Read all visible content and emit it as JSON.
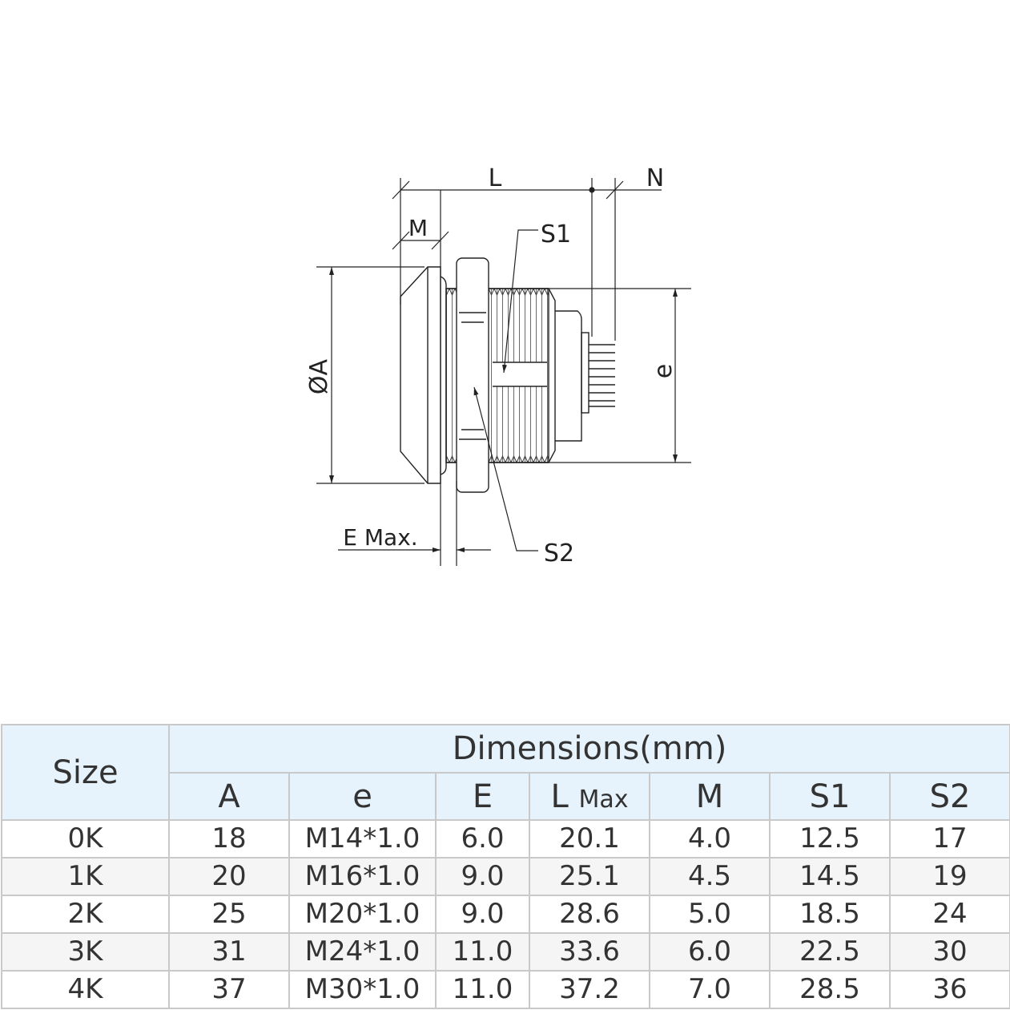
{
  "drawing": {
    "labels": {
      "L": "L",
      "N": "N",
      "M": "M",
      "S1": "S1",
      "S2": "S2",
      "A": "ØA",
      "e": "e",
      "E": "E Max."
    }
  },
  "table": {
    "size_header": "Size",
    "group_header": "Dimensions(mm)",
    "columns": [
      "A",
      "e",
      "E",
      "L",
      "M",
      "S1",
      "S2"
    ],
    "l_suffix": "Max",
    "rows": [
      [
        "0K",
        "18",
        "M14*1.0",
        "6.0",
        "20.1",
        "4.0",
        "12.5",
        "17"
      ],
      [
        "1K",
        "20",
        "M16*1.0",
        "9.0",
        "25.1",
        "4.5",
        "14.5",
        "19"
      ],
      [
        "2K",
        "25",
        "M20*1.0",
        "9.0",
        "28.6",
        "5.0",
        "18.5",
        "24"
      ],
      [
        "3K",
        "31",
        "M24*1.0",
        "11.0",
        "33.6",
        "6.0",
        "22.5",
        "30"
      ],
      [
        "4K",
        "37",
        "M30*1.0",
        "11.0",
        "37.2",
        "7.0",
        "28.5",
        "36"
      ]
    ]
  }
}
